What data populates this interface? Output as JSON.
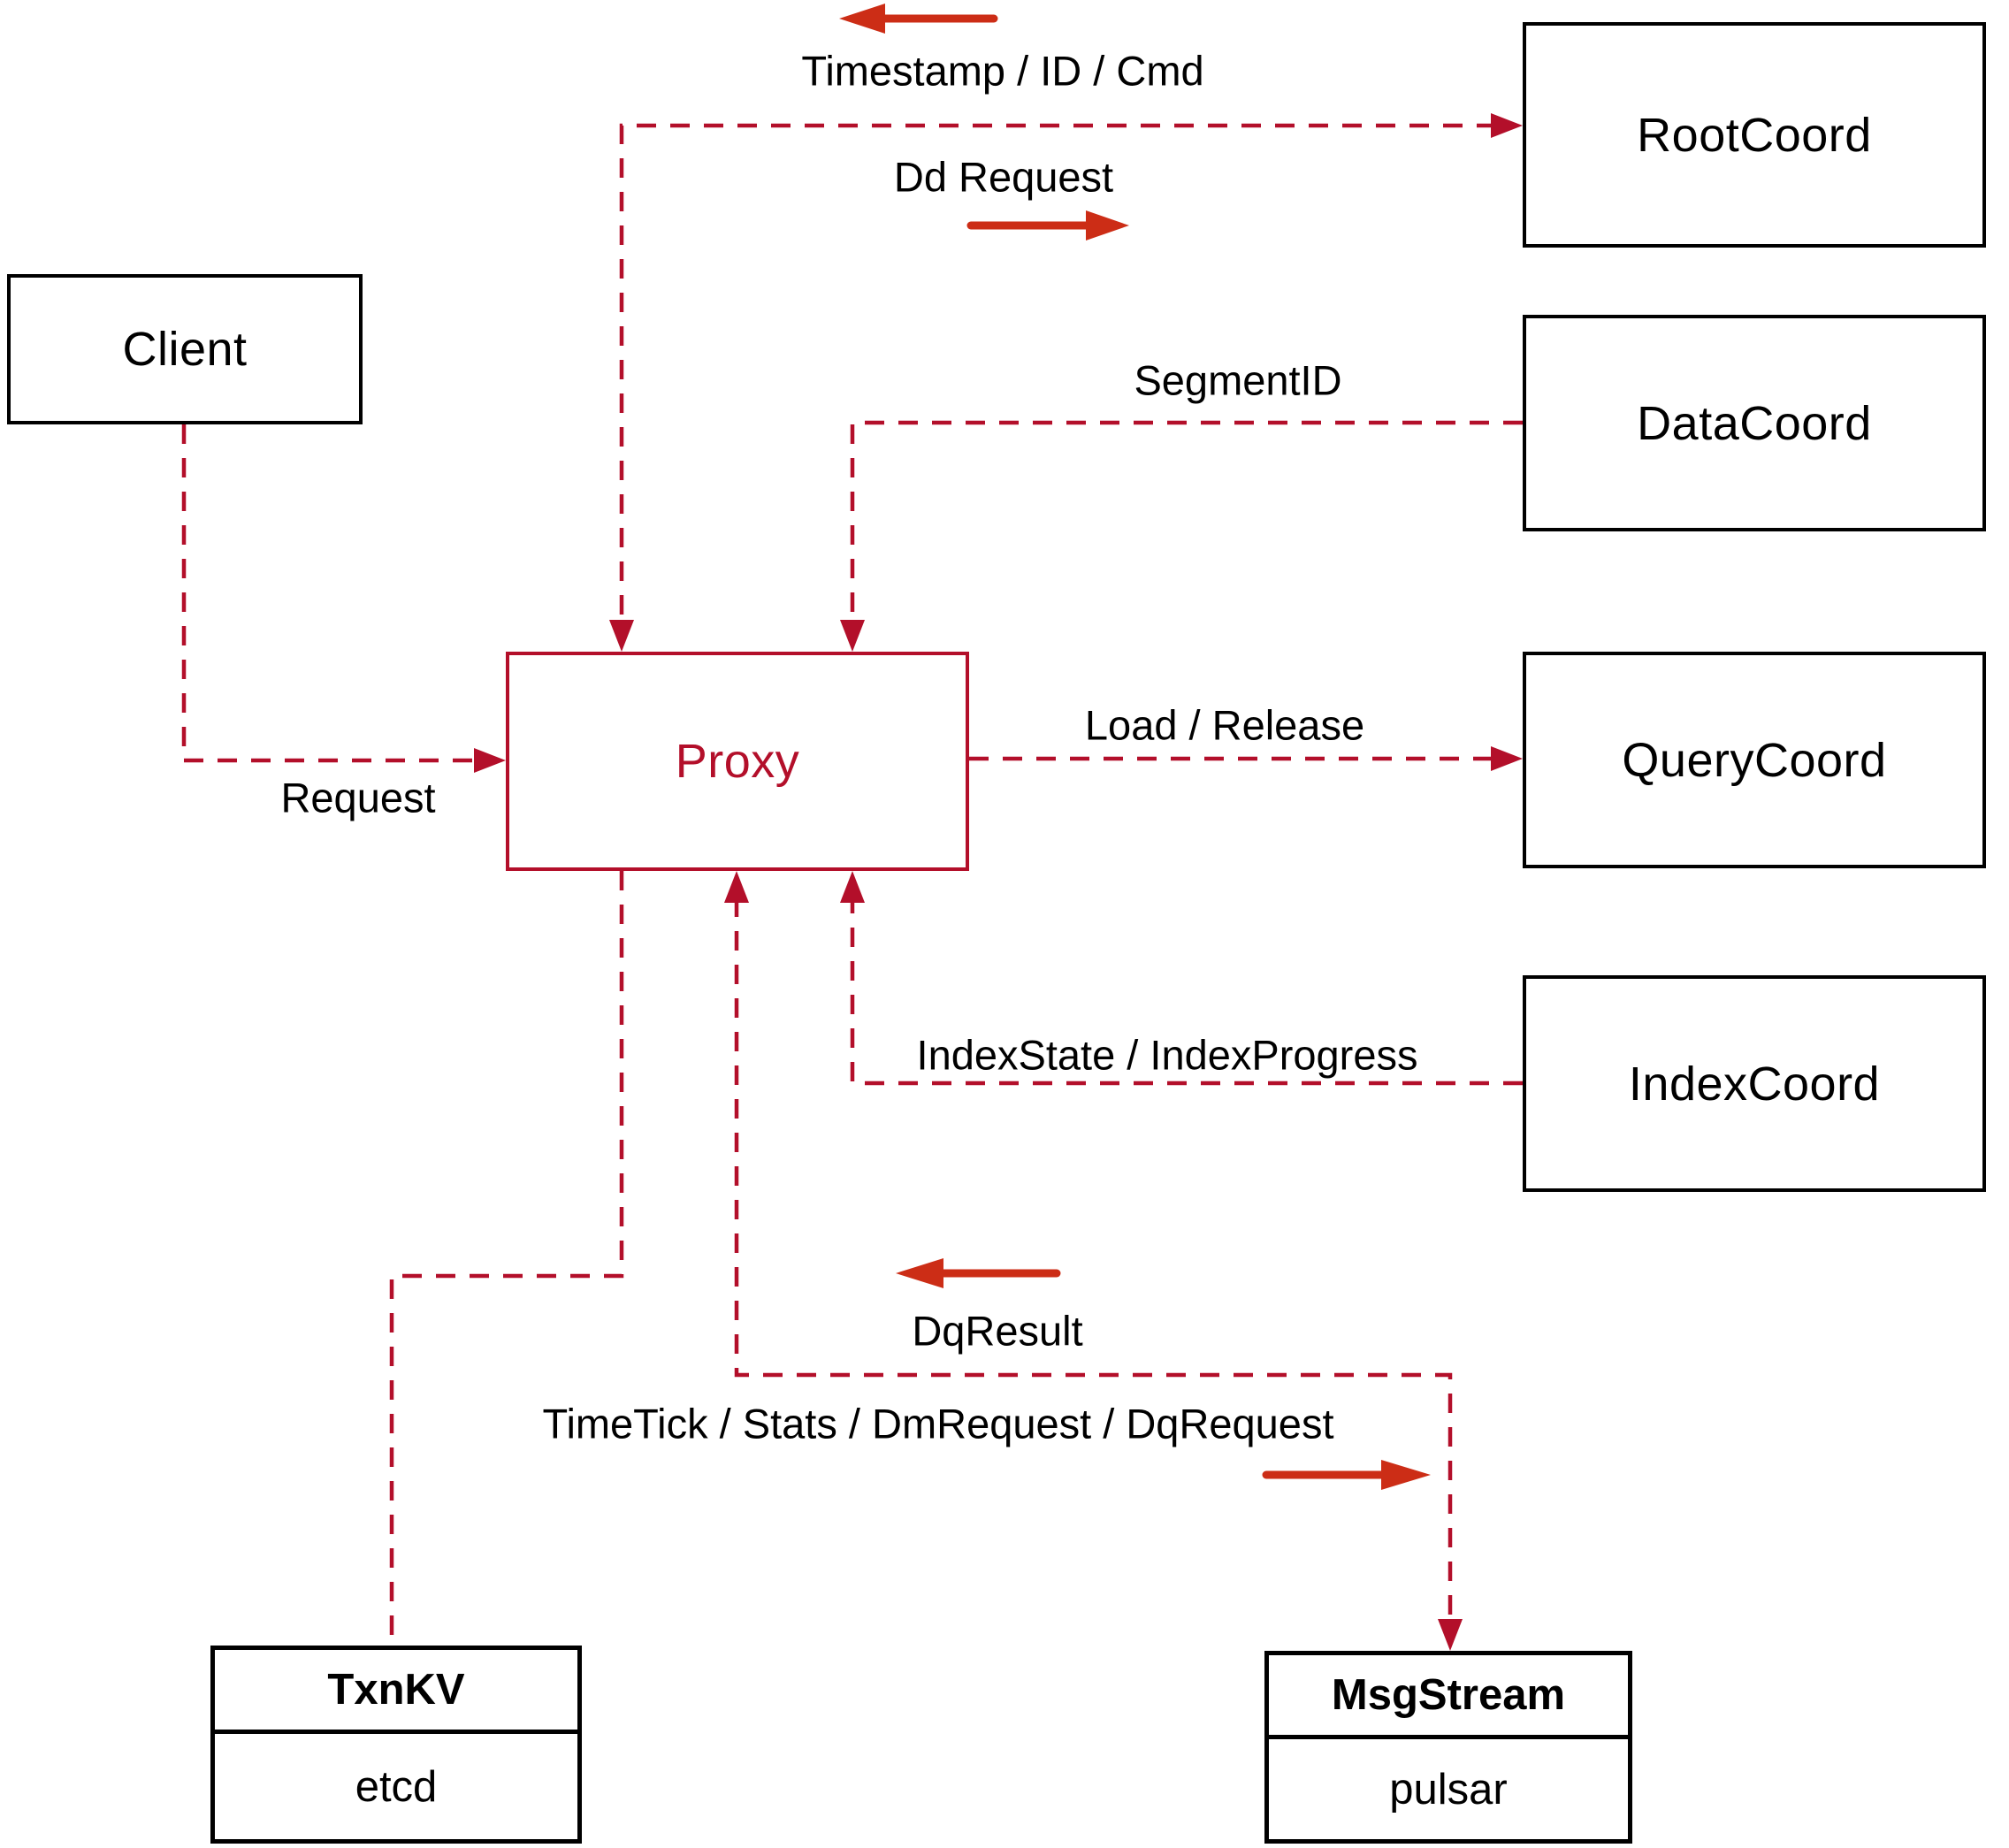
{
  "colors": {
    "dashed_line": "#b30f2a",
    "solid_arrow": "#cc2d16",
    "box_border": "#000000",
    "proxy_accent": "#b30f2a",
    "text": "#000000",
    "background": "#ffffff"
  },
  "nodes": {
    "client": {
      "label": "Client"
    },
    "proxy": {
      "label": "Proxy"
    },
    "rootcoord": {
      "label": "RootCoord"
    },
    "datacoord": {
      "label": "DataCoord"
    },
    "querycoord": {
      "label": "QueryCoord"
    },
    "indexcoord": {
      "label": "IndexCoord"
    },
    "txnkv": {
      "title": "TxnKV",
      "subtitle": "etcd"
    },
    "msgstream": {
      "title": "MsgStream",
      "subtitle": "pulsar"
    }
  },
  "edge_labels": {
    "timestamp_id_cmd": "Timestamp / ID / Cmd",
    "dd_request": "Dd Request",
    "segment_id": "SegmentID",
    "load_release": "Load / Release",
    "index_state_progress": "IndexState / IndexProgress",
    "request": "Request",
    "dq_result": "DqResult",
    "timetick_stats": "TimeTick / Stats / DmRequest / DqRequest"
  }
}
